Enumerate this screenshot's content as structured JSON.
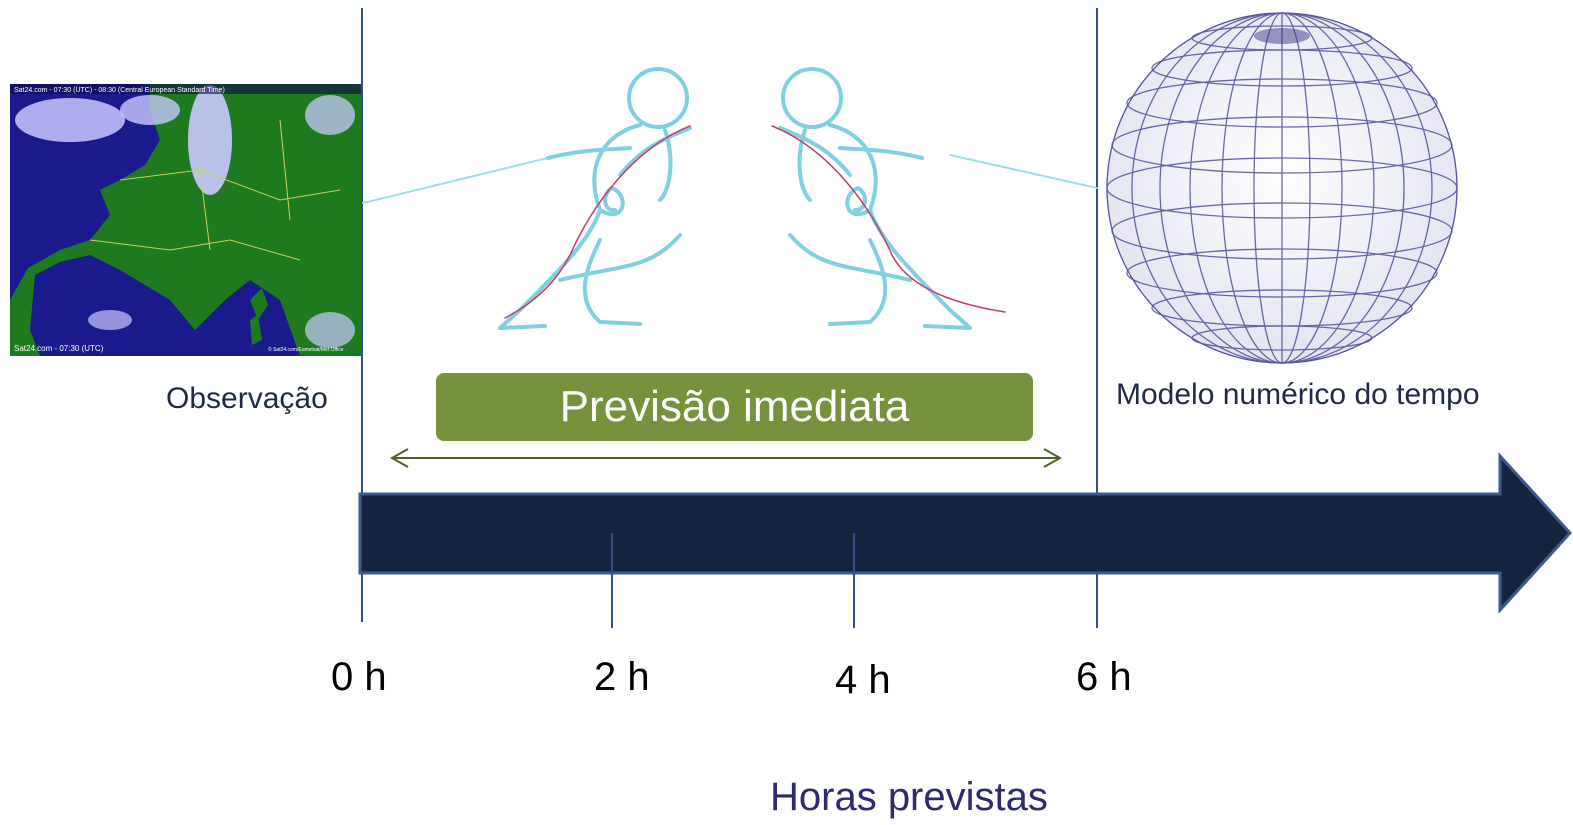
{
  "labels": {
    "observation": "Observação",
    "nowcasting": "Previsão imediata",
    "numerical_model": "Modelo numérico do tempo",
    "axis_title": "Horas previstas"
  },
  "timeline": {
    "ticks": [
      "0 h",
      "2 h",
      "4 h",
      "6 h"
    ]
  },
  "satellite_image": {
    "caption_top": "Sat24.com - 07:30 (UTC) - 08:30 (Central European Standard Time)",
    "caption_bottom_left": "Sat24.com - 07:30 (UTC)",
    "caption_bottom_right": "© Sat24.com/Eumetsat/Met Office"
  },
  "colors": {
    "arrow_fill": "#14243f",
    "arrow_stroke": "#3b5a8c",
    "nowcast_box": "#76923c",
    "span_arrow": "#4f6228",
    "guide_lines": "#2f4f86",
    "figure_stroke": "#7fd0e0",
    "rope_red": "#c0406a",
    "globe_grid": "#3a3a8c",
    "sat_sea": "#1a1a8c",
    "sat_land": "#1f7a1f",
    "sat_cloud": "#c9c9ff"
  },
  "icons": [
    "satellite-map-icon",
    "tug-of-war-figures-icon",
    "globe-grid-icon"
  ]
}
